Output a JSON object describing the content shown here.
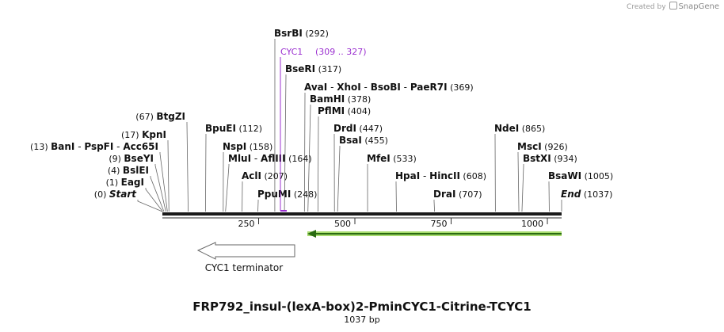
{
  "credit": {
    "prefix": "Created by",
    "brand": "SnapGene"
  },
  "plasmid": {
    "name": "FRP792_insul-(lexA-box)2-PminCYC1-Citrine-TCYC1",
    "length_label": "1037 bp",
    "length": 1037
  },
  "ruler": {
    "ticks": [
      250,
      500,
      750,
      1000
    ]
  },
  "colors": {
    "feature_purple": "#9b30d0",
    "arrow_green": "#8fd14f",
    "arrow_dark_green": "#2a6b12",
    "line": "#555555"
  },
  "features": [
    {
      "label": "CYC1 terminator",
      "direction": "reverse",
      "type": "terminator",
      "start": 88,
      "end": 345
    },
    {
      "label": "",
      "direction": "reverse",
      "type": "cds",
      "start": 380,
      "end": 1037
    }
  ],
  "primer": {
    "name": "CYC1",
    "range": "(309 .. 327)",
    "start": 309,
    "end": 327
  },
  "sites": [
    {
      "name": "BsrBI",
      "pos": "(292)",
      "p": 292
    },
    {
      "name": "BseRI",
      "pos": "(317)",
      "p": 317
    },
    {
      "name": "AvaI",
      "pos": "",
      "p": 369
    },
    {
      "name": "XhoI",
      "pos": "",
      "p": 369
    },
    {
      "name": "BsoBI",
      "pos": "",
      "p": 369
    },
    {
      "name": "PaeR7I",
      "pos": "(369)",
      "p": 369
    },
    {
      "name": "BamHI",
      "pos": "(378)",
      "p": 378
    },
    {
      "name": "PflMI",
      "pos": "(404)",
      "p": 404
    },
    {
      "name": "BtgZI",
      "pos": "(67)",
      "p": 67
    },
    {
      "name": "BpuEI",
      "pos": "(112)",
      "p": 112
    },
    {
      "name": "DrdI",
      "pos": "(447)",
      "p": 447
    },
    {
      "name": "NdeI",
      "pos": "(865)",
      "p": 865
    },
    {
      "name": "KpnI",
      "pos": "(17)",
      "p": 17
    },
    {
      "name": "BsaI",
      "pos": "(455)",
      "p": 455
    },
    {
      "name": "BanI",
      "pos": "",
      "p": 13
    },
    {
      "name": "PspFI",
      "pos": "",
      "p": 13
    },
    {
      "name": "Acc65I",
      "pos": "(13)",
      "p": 13
    },
    {
      "name": "NspI",
      "pos": "(158)",
      "p": 158
    },
    {
      "name": "MscI",
      "pos": "(926)",
      "p": 926
    },
    {
      "name": "BseYI",
      "pos": "(9)",
      "p": 9
    },
    {
      "name": "MluI",
      "pos": "",
      "p": 164
    },
    {
      "name": "AflIII",
      "pos": "(164)",
      "p": 164
    },
    {
      "name": "MfeI",
      "pos": "(533)",
      "p": 533
    },
    {
      "name": "BstXI",
      "pos": "(934)",
      "p": 934
    },
    {
      "name": "BslEI",
      "pos": "(4)",
      "p": 4
    },
    {
      "name": "AclI",
      "pos": "(207)",
      "p": 207
    },
    {
      "name": "HpaI",
      "pos": "",
      "p": 608
    },
    {
      "name": "HincII",
      "pos": "(608)",
      "p": 608
    },
    {
      "name": "BsaWI",
      "pos": "(1005)",
      "p": 1005
    },
    {
      "name": "EagI",
      "pos": "(1)",
      "p": 1
    },
    {
      "name": "Start",
      "pos": "(0)",
      "p": 0
    },
    {
      "name": "PpuMI",
      "pos": "(248)",
      "p": 248
    },
    {
      "name": "DraI",
      "pos": "(707)",
      "p": 707
    },
    {
      "name": "End",
      "pos": "(1037)",
      "p": 1037
    }
  ]
}
